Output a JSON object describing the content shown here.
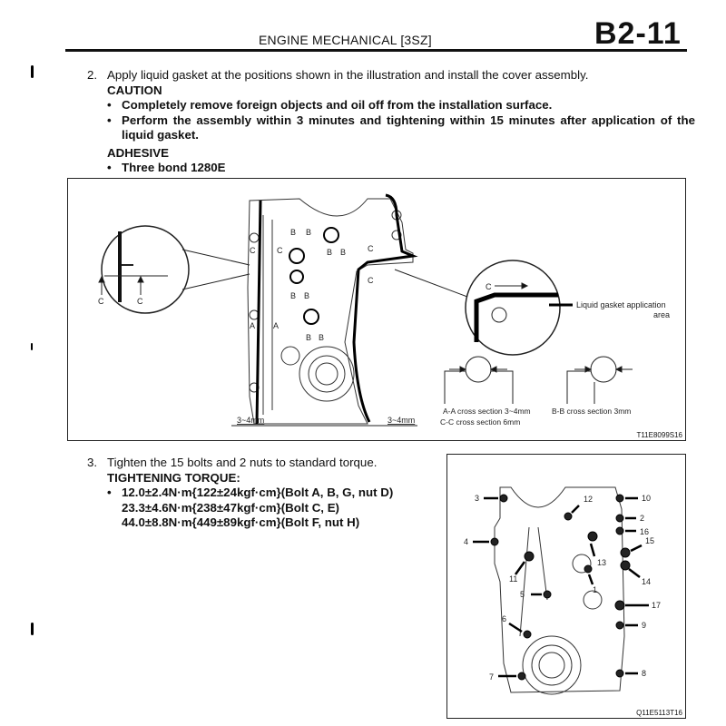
{
  "header": {
    "section_title": "ENGINE MECHANICAL [3SZ]",
    "page_number": "B2-11"
  },
  "step2": {
    "number": "2.",
    "text": "Apply liquid gasket at the positions shown in the illustration and install the cover assembly.",
    "caution_heading": "CAUTION",
    "caution_items": [
      "Completely remove foreign objects and oil off from the installation surface.",
      "Perform the assembly within 3 minutes and tightening within 15 minutes after application of the liquid gasket."
    ],
    "adhesive_heading": "ADHESIVE",
    "adhesive_items": [
      "Three bond 1280E"
    ]
  },
  "figure1": {
    "code": "T11E8099S16",
    "legend_label": "Liquid gasket application area",
    "dimension_left": "3~4mm",
    "dimension_right": "3~4mm",
    "aa_section": "A-A cross section 3~4mm",
    "cc_section": "C-C cross section 6mm",
    "bb_section": "B-B cross section 3mm",
    "section_labels": [
      "A",
      "B",
      "C"
    ]
  },
  "step3": {
    "number": "3.",
    "text": "Tighten the 15 bolts and 2 nuts to standard torque.",
    "torque_heading": "TIGHTENING TORQUE:",
    "torque_specs": [
      "12.0±2.4N·m{122±24kgf·cm}(Bolt A, B, G, nut D)",
      "23.3±4.6N·m{238±47kgf·cm}(Bolt C, E)",
      "44.0±8.8N·m{449±89kgf·cm}(Bolt F, nut H)"
    ]
  },
  "figure2": {
    "code": "Q11E5113T16",
    "bolt_numbers": [
      "1",
      "2",
      "3",
      "4",
      "5",
      "6",
      "7",
      "8",
      "9",
      "10",
      "11",
      "12",
      "13",
      "14",
      "15",
      "16",
      "17"
    ]
  }
}
